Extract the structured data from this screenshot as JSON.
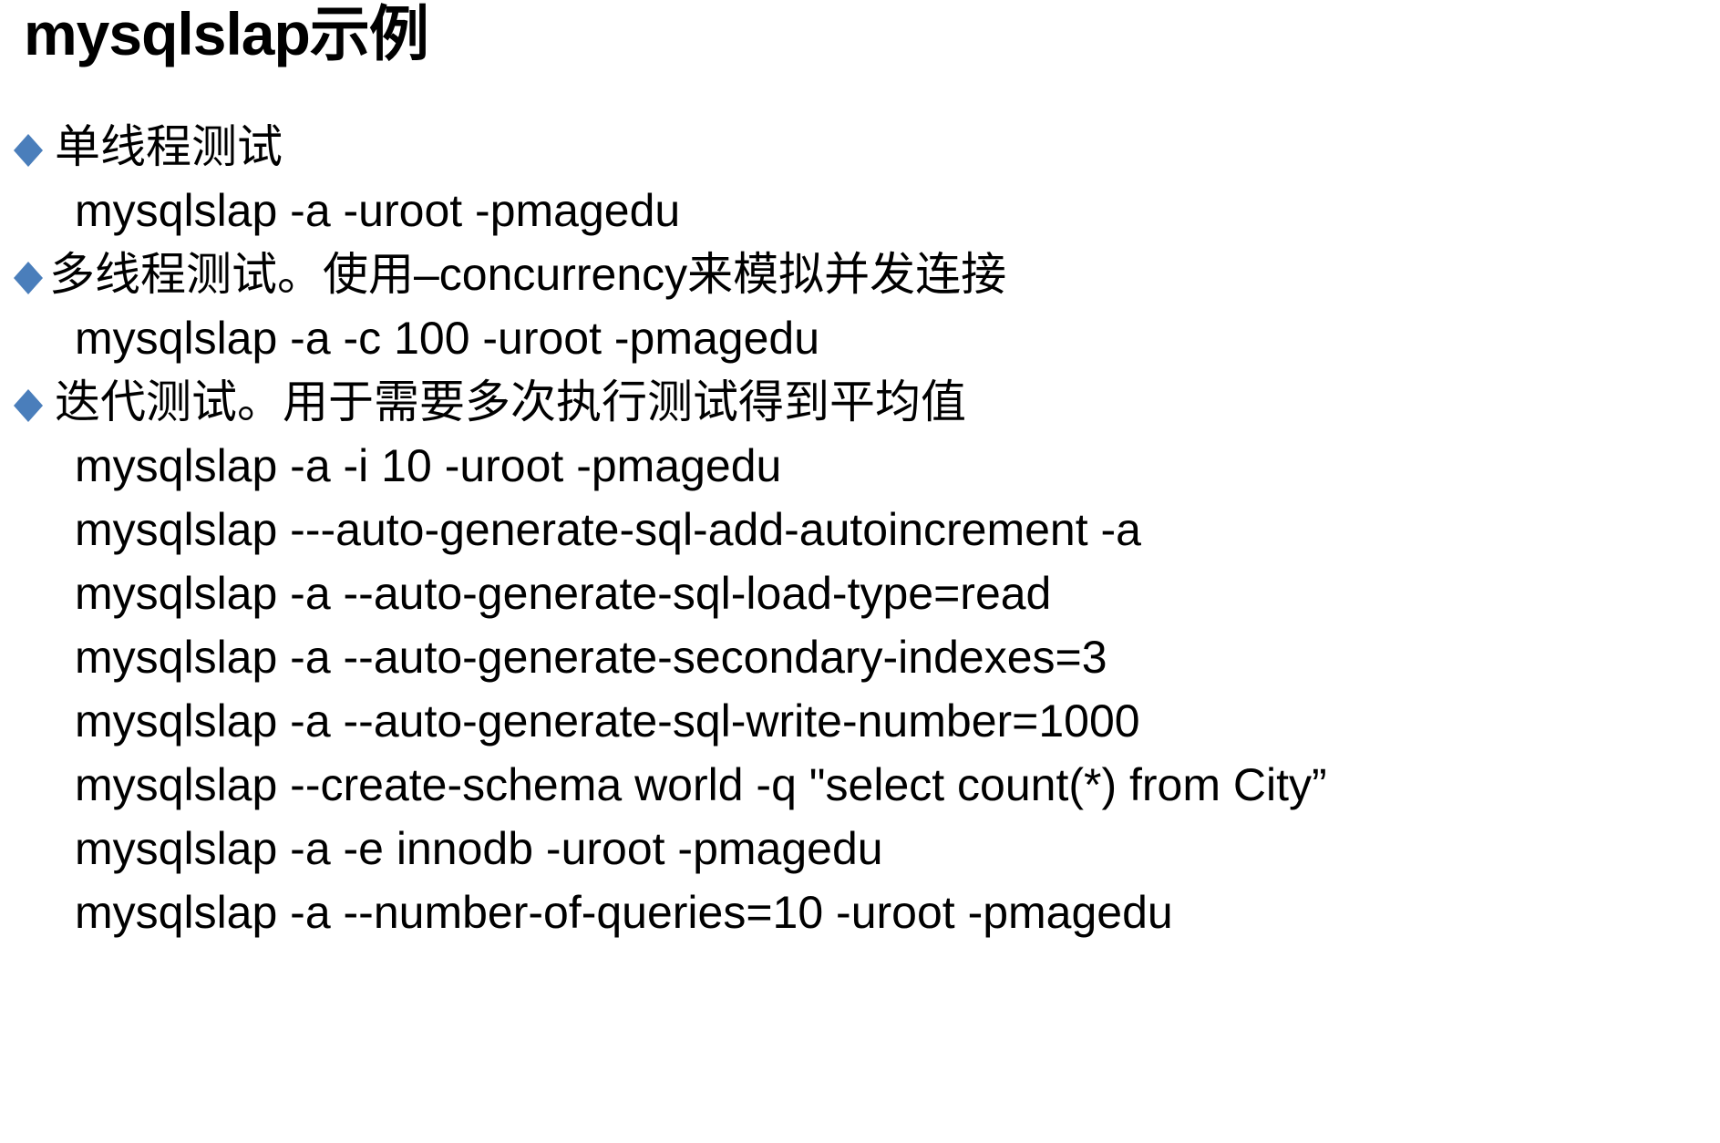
{
  "slide": {
    "title": "mysqlslap示例",
    "background_color": "#FFFFFF",
    "text_color": "#000000",
    "bullet_color": "#4A7EBB",
    "bullet_glyph": "◆"
  },
  "content": {
    "lines": [
      {
        "type": "bullet",
        "text": "单线程测试",
        "indent_tight": false
      },
      {
        "type": "command",
        "text": "mysqlslap -a -uroot -pmagedu"
      },
      {
        "type": "bullet",
        "text": "多线程测试。使用–concurrency来模拟并发连接",
        "indent_tight": true
      },
      {
        "type": "command",
        "text": "mysqlslap -a -c 100 -uroot -pmagedu"
      },
      {
        "type": "bullet",
        "text": "迭代测试。用于需要多次执行测试得到平均值",
        "indent_tight": false
      },
      {
        "type": "command",
        "text": "mysqlslap -a -i 10 -uroot -pmagedu"
      },
      {
        "type": "command",
        "text": "mysqlslap ---auto-generate-sql-add-autoincrement -a"
      },
      {
        "type": "command",
        "text": "mysqlslap -a --auto-generate-sql-load-type=read"
      },
      {
        "type": "command",
        "text": "mysqlslap -a --auto-generate-secondary-indexes=3"
      },
      {
        "type": "command",
        "text": "mysqlslap -a --auto-generate-sql-write-number=1000"
      },
      {
        "type": "command",
        "text": "mysqlslap --create-schema world -q \"select count(*) from City”"
      },
      {
        "type": "command",
        "text": "mysqlslap -a -e innodb -uroot -pmagedu"
      },
      {
        "type": "command",
        "text": "mysqlslap -a --number-of-queries=10 -uroot -pmagedu"
      }
    ]
  }
}
